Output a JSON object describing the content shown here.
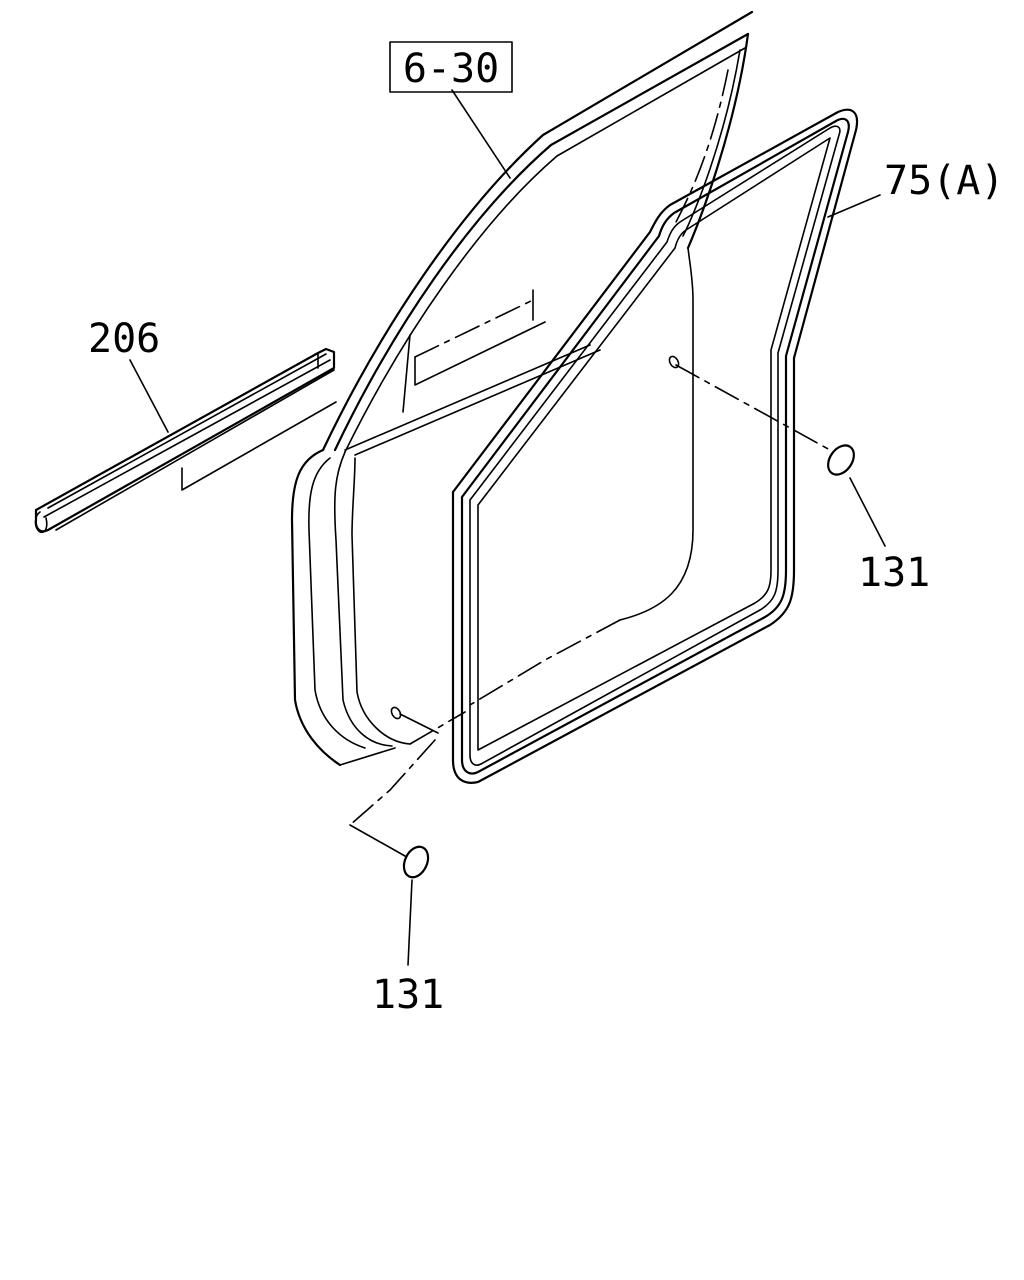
{
  "callouts": {
    "ref_6_30": "6-30",
    "ref_75a": "75(A)",
    "ref_206": "206",
    "ref_131_right": "131",
    "ref_131_bottom": "131"
  }
}
